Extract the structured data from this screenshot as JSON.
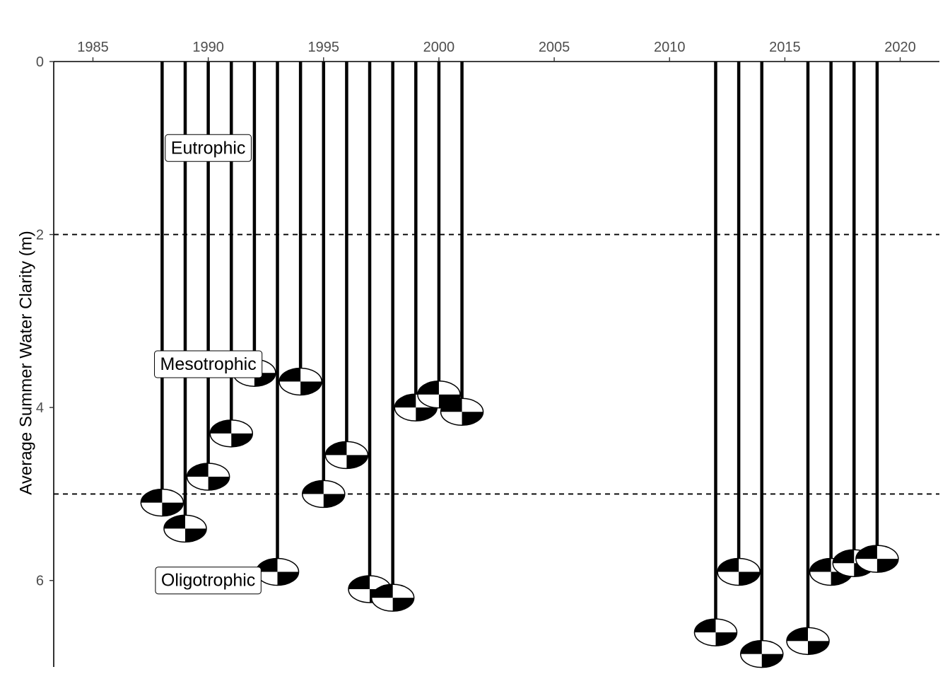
{
  "chart_data": {
    "type": "scatter",
    "ylabel": "Average Summer Water Clarity (m)",
    "xlabel": "",
    "title": "",
    "x_axis_position": "top",
    "y_axis_reversed": true,
    "xlim": [
      1983.3,
      2021.7
    ],
    "ylim": [
      0,
      7
    ],
    "x_ticks": [
      1985,
      1990,
      1995,
      2000,
      2005,
      2010,
      2015,
      2020
    ],
    "y_ticks": [
      0,
      2,
      4,
      6
    ],
    "grid": false,
    "reference_lines": [
      2,
      5
    ],
    "zones": [
      {
        "label": "Eutrophic",
        "x": 1990,
        "y": 1.0
      },
      {
        "label": "Mesotrophic",
        "x": 1990,
        "y": 3.5
      },
      {
        "label": "Oligotrophic",
        "x": 1990,
        "y": 6.0
      }
    ],
    "series": [
      {
        "points": [
          {
            "x": 1988,
            "y": 5.1
          },
          {
            "x": 1989,
            "y": 5.4
          },
          {
            "x": 1990,
            "y": 4.8
          },
          {
            "x": 1991,
            "y": 4.3
          },
          {
            "x": 1992,
            "y": 3.6
          },
          {
            "x": 1993,
            "y": 5.9
          },
          {
            "x": 1994,
            "y": 3.7
          },
          {
            "x": 1995,
            "y": 5.0
          },
          {
            "x": 1996,
            "y": 4.55
          },
          {
            "x": 1997,
            "y": 6.1
          },
          {
            "x": 1998,
            "y": 6.2
          },
          {
            "x": 1999,
            "y": 4.0
          },
          {
            "x": 2000,
            "y": 3.85
          },
          {
            "x": 2001,
            "y": 4.05
          },
          {
            "x": 2012,
            "y": 6.6
          },
          {
            "x": 2013,
            "y": 5.9
          },
          {
            "x": 2014,
            "y": 6.85
          },
          {
            "x": 2016,
            "y": 6.7
          },
          {
            "x": 2017,
            "y": 5.9
          },
          {
            "x": 2018,
            "y": 5.8
          },
          {
            "x": 2019,
            "y": 5.75
          }
        ]
      }
    ]
  }
}
